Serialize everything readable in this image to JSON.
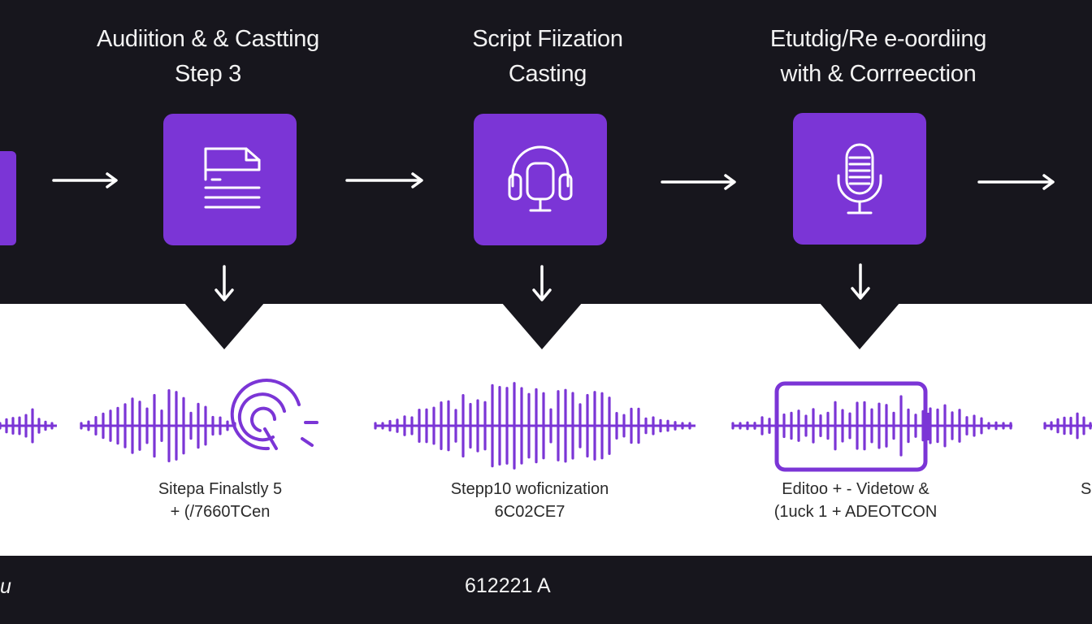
{
  "colors": {
    "background": "#17161d",
    "accent": "#7b35d6",
    "band": "#ffffff",
    "wave": "#7b35d6"
  },
  "steps": [
    {
      "title_line1": "Audiition & & Castting",
      "title_line2": "Step  3",
      "icon": "document-icon",
      "caption_line1": "Sitepa Finalstly 5",
      "caption_line2": "+ (/7660TCen"
    },
    {
      "title_line1": "Script Fiization",
      "title_line2": "Casting",
      "icon": "headphones-icon",
      "caption_line1": "Stepp10 woficnization",
      "caption_line2": "6C02CE7"
    },
    {
      "title_line1": "Etutdig/Re e-oordiing",
      "title_line2": "with & Corrreection",
      "icon": "microphone-icon",
      "caption_line1": "Editoo  + -  Videtow &",
      "caption_line2": "(1uck 1  + ADEOTCON"
    }
  ],
  "partial_caption_right": "S",
  "footer": {
    "left": "u",
    "center": "612221 A"
  }
}
